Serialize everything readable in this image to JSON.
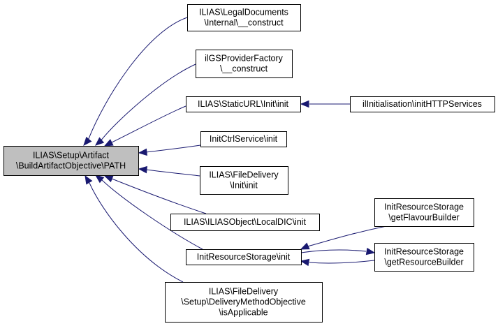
{
  "graph": {
    "nodes": [
      {
        "id": "path",
        "lines": [
          "ILIAS\\Setup\\Artifact",
          "\\BuildArtifactObjective\\PATH"
        ],
        "highlight": true
      },
      {
        "id": "legaldocs",
        "lines": [
          "ILIAS\\LegalDocuments",
          "\\Internal\\__construct"
        ]
      },
      {
        "id": "gsprovider",
        "lines": [
          "ilGSProviderFactory",
          "\\__construct"
        ]
      },
      {
        "id": "staticurl",
        "lines": [
          "ILIAS\\StaticURL\\Init\\init"
        ]
      },
      {
        "id": "initctrl",
        "lines": [
          "InitCtrlService\\init"
        ]
      },
      {
        "id": "filedelivery_init",
        "lines": [
          "ILIAS\\FileDelivery",
          "\\Init\\init"
        ]
      },
      {
        "id": "localdic",
        "lines": [
          "ILIAS\\ILIASObject\\LocalDIC\\init"
        ]
      },
      {
        "id": "initresource",
        "lines": [
          "InitResourceStorage\\init"
        ]
      },
      {
        "id": "deliverymethod",
        "lines": [
          "ILIAS\\FileDelivery",
          "\\Setup\\DeliveryMethodObjective",
          "\\isApplicable"
        ]
      },
      {
        "id": "initialisation",
        "lines": [
          "ilInitialisation\\initHTTPServices"
        ]
      },
      {
        "id": "flavour",
        "lines": [
          "InitResourceStorage",
          "\\getFlavourBuilder"
        ]
      },
      {
        "id": "resbuilder",
        "lines": [
          "InitResourceStorage",
          "\\getResourceBuilder"
        ]
      }
    ],
    "edges": [
      {
        "from": "legaldocs",
        "to": "path"
      },
      {
        "from": "gsprovider",
        "to": "path"
      },
      {
        "from": "staticurl",
        "to": "path"
      },
      {
        "from": "initctrl",
        "to": "path"
      },
      {
        "from": "filedelivery_init",
        "to": "path"
      },
      {
        "from": "localdic",
        "to": "path"
      },
      {
        "from": "initresource",
        "to": "path"
      },
      {
        "from": "deliverymethod",
        "to": "path"
      },
      {
        "from": "initialisation",
        "to": "staticurl"
      },
      {
        "from": "flavour",
        "to": "initresource"
      },
      {
        "from": "resbuilder",
        "to": "initresource"
      },
      {
        "from": "initresource",
        "to": "resbuilder"
      }
    ],
    "colors": {
      "edge": "#191970",
      "highlight_fill": "#bfbfbf",
      "node_fill": "#ffffff",
      "node_border": "#000000"
    }
  }
}
